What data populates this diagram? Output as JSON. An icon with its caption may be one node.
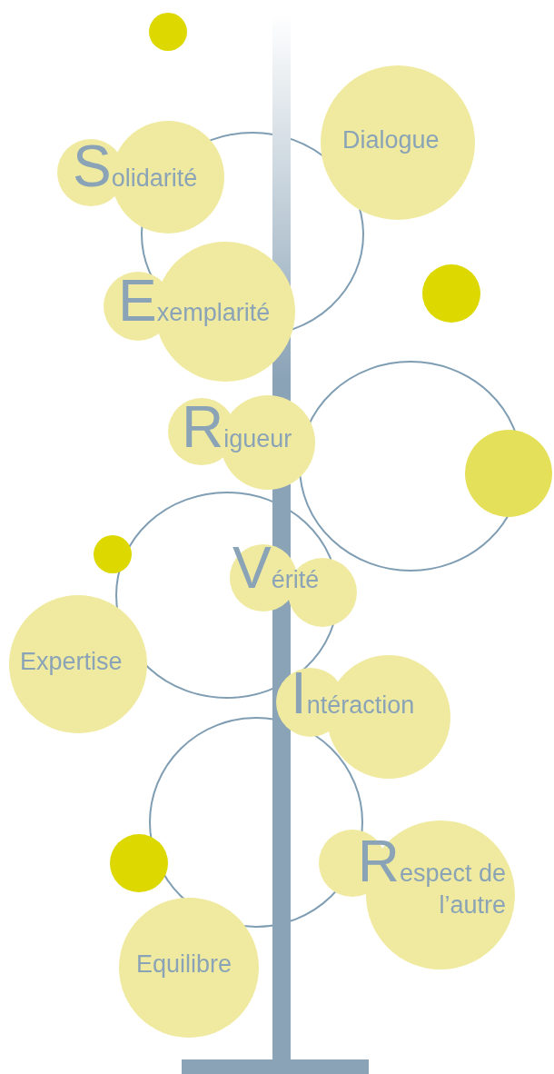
{
  "diagram": {
    "nodes": [
      {
        "text": [],
        "shape": "circle"
      },
      {
        "text": [
          "Dialogue"
        ]
      },
      {
        "text": [
          "Solidarité"
        ]
      },
      {
        "text": [
          "Exemplarité"
        ]
      },
      {
        "text": [],
        "shape": "circle"
      },
      {
        "text": [
          "Rigueur"
        ]
      },
      {
        "text": [],
        "shape": "circle"
      },
      {
        "text": [],
        "shape": "circle"
      },
      {
        "text": [
          "Vérité"
        ]
      },
      {
        "text": [
          "Expertise"
        ]
      },
      {
        "text": [
          "Intéraction"
        ]
      },
      {
        "text": [],
        "shape": "circle"
      },
      {
        "text": [
          "Respect de l’autre"
        ]
      },
      {
        "text": [
          "Equilibre"
        ]
      }
    ],
    "edges": []
  }
}
